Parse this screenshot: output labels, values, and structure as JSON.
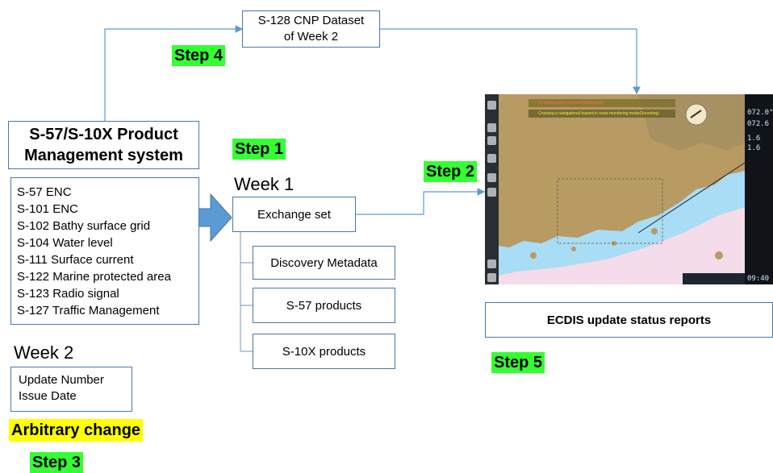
{
  "s128_box": {
    "line1": "S-128 CNP Dataset",
    "line2": "of Week 2"
  },
  "pms_box": {
    "line1": "S-57/S-10X Product",
    "line2": "Management system"
  },
  "product_list": [
    "S-57   ENC",
    "S-101 ENC",
    "S-102 Bathy surface grid",
    "S-104 Water level",
    "S-111 Surface current",
    "S-122 Marine protected area",
    "S-123 Radio signal",
    "S-127 Traffic Management"
  ],
  "week1_label": "Week 1",
  "week2_label": "Week 2",
  "exchange_set": "Exchange set",
  "children": [
    "Discovery Metadata",
    "S-57 products",
    "S-10X products"
  ],
  "update_box": {
    "line1": "Update Number",
    "line2": "Issue Date"
  },
  "arbitrary_change": "Arbitrary change",
  "steps": {
    "step1": "Step 1",
    "step2": "Step 2",
    "step3": "Step 3",
    "step4": "Step 4",
    "step5": "Step 5"
  },
  "ecdis_report": "ECDIS update status reports",
  "ecdis_screen": {
    "alarm1": "Crossing safety contour(Depth/area)",
    "alarm2": "Crossing a navigational hazard in route monitoring mode(Sounding)",
    "readout1": "072.0°",
    "readout2": "072.6",
    "readout3": "1.6",
    "readout4": "1.6",
    "time": "09:40"
  },
  "colors": {
    "box_border": "#4a78a8",
    "arrow": "#5b9bd5",
    "step_highlight": "#33ff33",
    "change_highlight": "#ffff00"
  }
}
